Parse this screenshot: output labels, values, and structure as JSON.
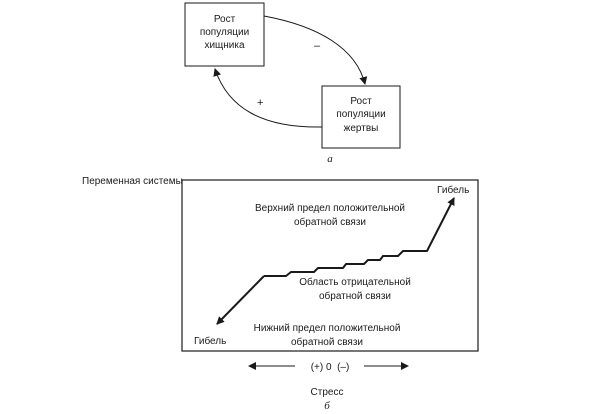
{
  "panel_a": {
    "predator_box": [
      "Рост",
      "популяции",
      "хищника"
    ],
    "prey_box": [
      "Рост",
      "популяции",
      "жертвы"
    ],
    "arrow_top_sign": "–",
    "arrow_bottom_sign": "+",
    "caption": "а"
  },
  "panel_b": {
    "y_axis_label": "Переменная системы",
    "upper_limit": [
      "Верхний предел положительной",
      "обратной связи"
    ],
    "negative_region": [
      "Область отрицательной",
      "обратной связи"
    ],
    "lower_limit": [
      "Нижний предел положительной",
      "обратной связи"
    ],
    "death_top": "Гибель",
    "death_bottom": "Гибель",
    "stress_scale": "(+) 0  (–)",
    "stress_label": "Стресс",
    "caption": "б"
  }
}
